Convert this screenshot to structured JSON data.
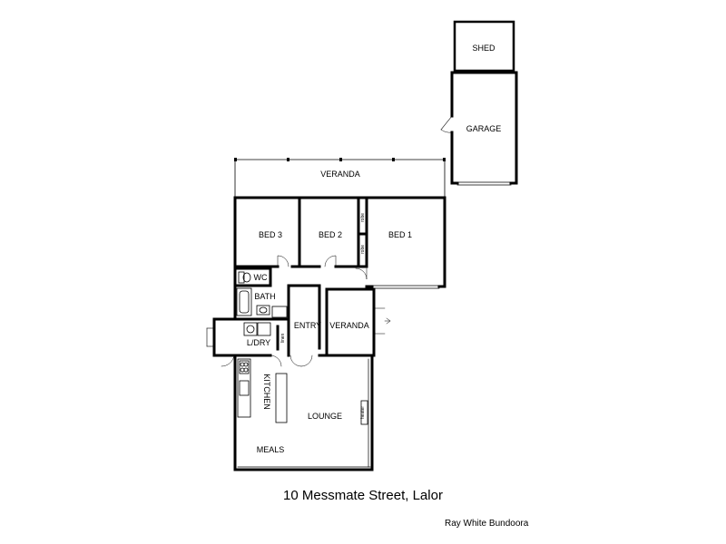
{
  "rooms": {
    "shed": "SHED",
    "garage": "GARAGE",
    "veranda_rear": "VERANDA",
    "bed1": "BED 1",
    "bed2": "BED 2",
    "bed3": "BED 3",
    "robe_upper": "robe",
    "robe_lower": "robe",
    "wc": "WC",
    "bath": "BATH",
    "entry": "ENTRY",
    "veranda_front": "VERANDA",
    "laundry": "L/DRY",
    "linen": "linen",
    "kitchen": "KITCHEN",
    "lounge": "LOUNGE",
    "heater": "heater",
    "meals": "MEALS"
  },
  "caption": "10 Messmate Street, Lalor",
  "agency": "Ray White Bundoora"
}
